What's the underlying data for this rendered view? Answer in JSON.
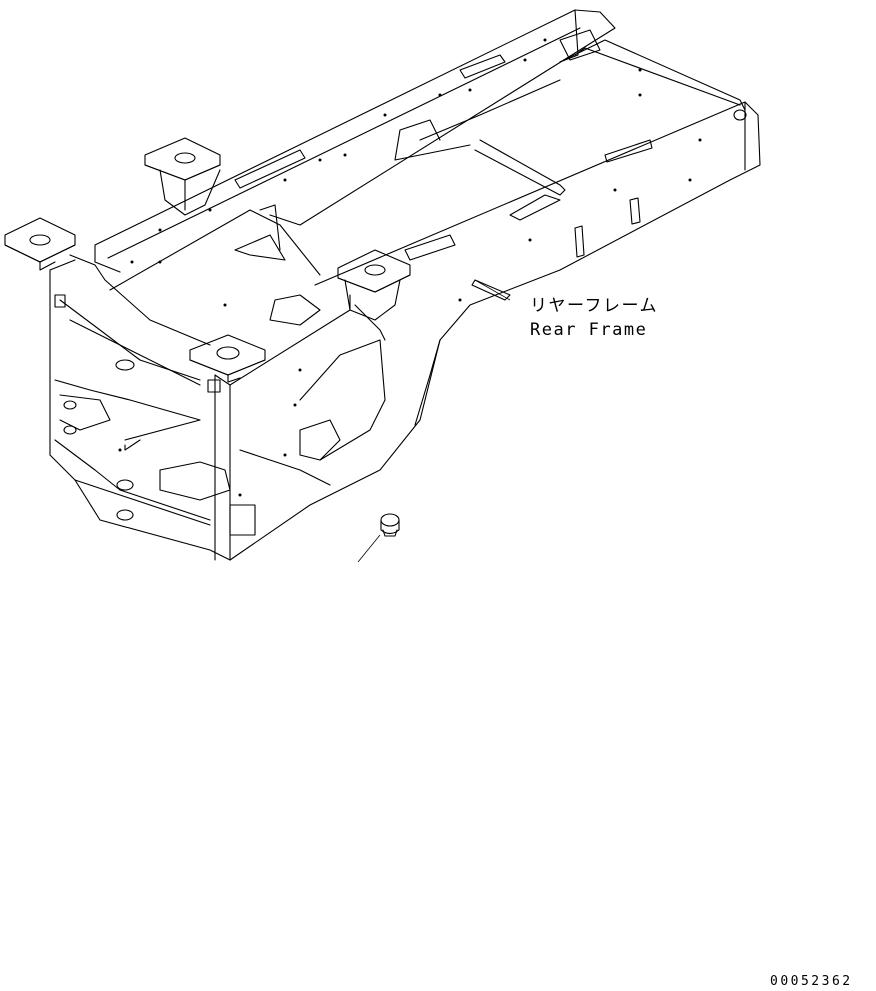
{
  "part_label": {
    "japanese": "リヤーフレーム",
    "english": "Rear Frame"
  },
  "drawing_number": "00052362",
  "line_color": "#000000",
  "background_color": "#ffffff"
}
